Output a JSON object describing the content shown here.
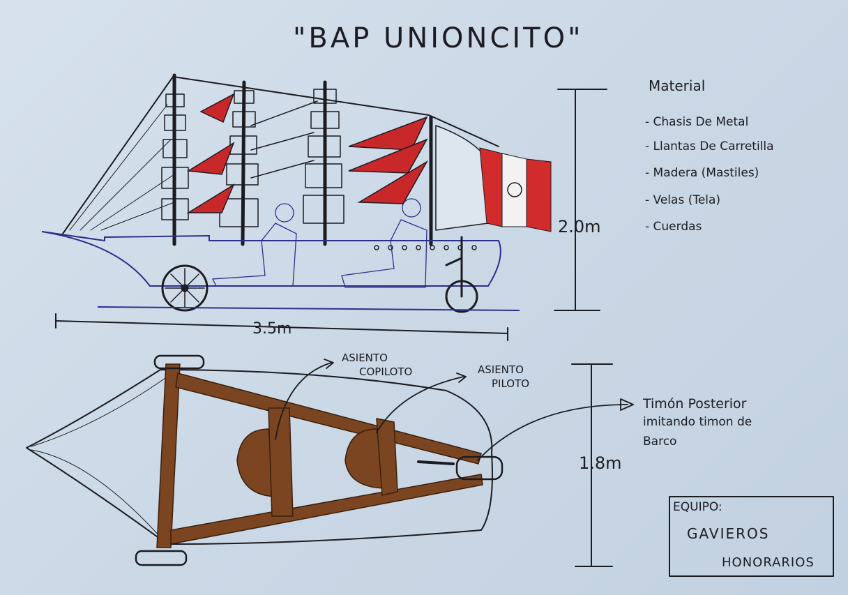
{
  "title": "\"BAP UNIONCITO\"",
  "materials": {
    "heading": "Material",
    "items": [
      "- Chasis De Metal",
      "- Llantas De Carretilla",
      "- Madera (Mastiles)",
      "- Velas (Tela)",
      "- Cuerdas"
    ]
  },
  "dimensions": {
    "height": "2.0m",
    "length": "3.5m",
    "width": "1.8m"
  },
  "labels": {
    "copilot_seat": [
      "ASIENTO",
      "COPILOTO"
    ],
    "pilot_seat": [
      "ASIENTO",
      "PILOTO"
    ],
    "rudder": [
      "Timón Posterior",
      "imitando timon de",
      "Barco"
    ]
  },
  "team": {
    "heading": "EQUIPO:",
    "name_line1": "GAVIEROS",
    "name_line2": "HONORARIOS"
  },
  "colors": {
    "ink": "#1b1b20",
    "blue_ink": "#2b2f8a",
    "red_sail": "#c8282a",
    "wood": "#7a4520",
    "paper": "#cfdbe8"
  }
}
